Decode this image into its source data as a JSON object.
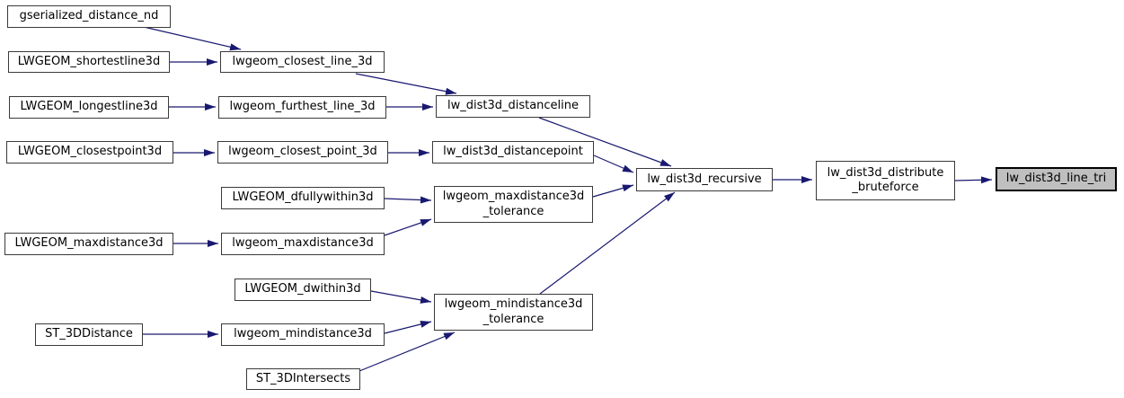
{
  "diagram": {
    "type": "call-graph",
    "edge_color": "#191970",
    "highlight_color": "#bfbfbf",
    "highlighted_node": "lw_dist3d_line_tri",
    "nodes": {
      "gserialized_distance_nd": {
        "line1": "gserialized_distance_nd"
      },
      "LWGEOM_shortestline3d": {
        "line1": "LWGEOM_shortestline3d"
      },
      "lwgeom_closest_line_3d": {
        "line1": "lwgeom_closest_line_3d"
      },
      "LWGEOM_longestline3d": {
        "line1": "LWGEOM_longestline3d"
      },
      "lwgeom_furthest_line_3d": {
        "line1": "lwgeom_furthest_line_3d"
      },
      "lw_dist3d_distanceline": {
        "line1": "lw_dist3d_distanceline"
      },
      "LWGEOM_closestpoint3d": {
        "line1": "LWGEOM_closestpoint3d"
      },
      "lwgeom_closest_point_3d": {
        "line1": "lwgeom_closest_point_3d"
      },
      "lw_dist3d_distancepoint": {
        "line1": "lw_dist3d_distancepoint"
      },
      "LWGEOM_dfullywithin3d": {
        "line1": "LWGEOM_dfullywithin3d"
      },
      "lwgeom_maxdistance3d_tolerance": {
        "line1": "lwgeom_maxdistance3d",
        "line2": "_tolerance"
      },
      "LWGEOM_maxdistance3d": {
        "line1": "LWGEOM_maxdistance3d"
      },
      "lwgeom_maxdistance3d": {
        "line1": "lwgeom_maxdistance3d"
      },
      "LWGEOM_dwithin3d": {
        "line1": "LWGEOM_dwithin3d"
      },
      "ST_3DDistance": {
        "line1": "ST_3DDistance"
      },
      "lwgeom_mindistance3d": {
        "line1": "lwgeom_mindistance3d"
      },
      "lwgeom_mindistance3d_tolerance": {
        "line1": "lwgeom_mindistance3d",
        "line2": "_tolerance"
      },
      "ST_3DIntersects": {
        "line1": "ST_3DIntersects"
      },
      "lw_dist3d_recursive": {
        "line1": "lw_dist3d_recursive"
      },
      "lw_dist3d_distribute_bruteforce": {
        "line1": "lw_dist3d_distribute",
        "line2": "_bruteforce"
      },
      "lw_dist3d_line_tri": {
        "line1": "lw_dist3d_line_tri"
      }
    },
    "edges": [
      {
        "from": "gserialized_distance_nd",
        "to": "lwgeom_closest_line_3d"
      },
      {
        "from": "LWGEOM_shortestline3d",
        "to": "lwgeom_closest_line_3d"
      },
      {
        "from": "lwgeom_closest_line_3d",
        "to": "lw_dist3d_distanceline"
      },
      {
        "from": "LWGEOM_longestline3d",
        "to": "lwgeom_furthest_line_3d"
      },
      {
        "from": "lwgeom_furthest_line_3d",
        "to": "lw_dist3d_distanceline"
      },
      {
        "from": "lw_dist3d_distanceline",
        "to": "lw_dist3d_recursive"
      },
      {
        "from": "LWGEOM_closestpoint3d",
        "to": "lwgeom_closest_point_3d"
      },
      {
        "from": "lwgeom_closest_point_3d",
        "to": "lw_dist3d_distancepoint"
      },
      {
        "from": "lw_dist3d_distancepoint",
        "to": "lw_dist3d_recursive"
      },
      {
        "from": "LWGEOM_dfullywithin3d",
        "to": "lwgeom_maxdistance3d_tolerance"
      },
      {
        "from": "LWGEOM_maxdistance3d",
        "to": "lwgeom_maxdistance3d"
      },
      {
        "from": "lwgeom_maxdistance3d",
        "to": "lwgeom_maxdistance3d_tolerance"
      },
      {
        "from": "lwgeom_maxdistance3d_tolerance",
        "to": "lw_dist3d_recursive"
      },
      {
        "from": "LWGEOM_dwithin3d",
        "to": "lwgeom_mindistance3d_tolerance"
      },
      {
        "from": "ST_3DDistance",
        "to": "lwgeom_mindistance3d"
      },
      {
        "from": "lwgeom_mindistance3d",
        "to": "lwgeom_mindistance3d_tolerance"
      },
      {
        "from": "ST_3DIntersects",
        "to": "lwgeom_mindistance3d_tolerance"
      },
      {
        "from": "lwgeom_mindistance3d_tolerance",
        "to": "lw_dist3d_recursive"
      },
      {
        "from": "lw_dist3d_recursive",
        "to": "lw_dist3d_distribute_bruteforce"
      },
      {
        "from": "lw_dist3d_distribute_bruteforce",
        "to": "lw_dist3d_line_tri"
      }
    ]
  }
}
